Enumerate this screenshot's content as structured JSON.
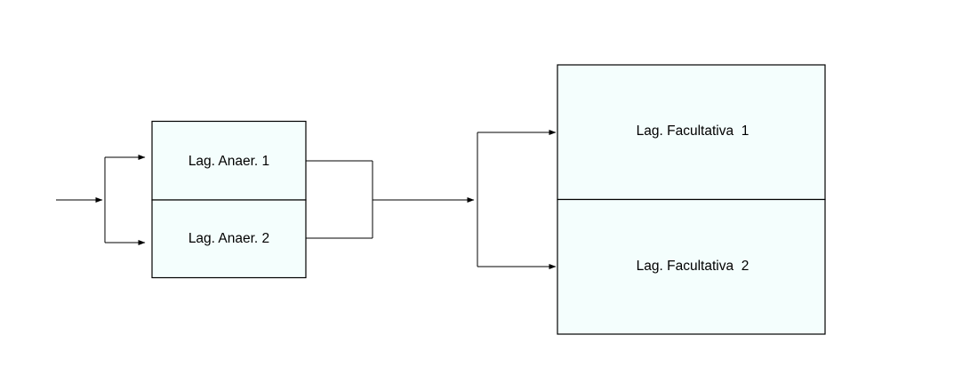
{
  "diagram": {
    "nodes": {
      "anaer_1": {
        "label": "Lag. Anaer. 1"
      },
      "anaer_2": {
        "label": "Lag. Anaer. 2"
      },
      "facultativa_1": {
        "label": "Lag. Facultativa  1"
      },
      "facultativa_2": {
        "label": "Lag. Facultativa  2"
      }
    },
    "edges": [
      {
        "from": "inflow",
        "to": "split-1"
      },
      {
        "from": "split-1",
        "to": "anaer_1"
      },
      {
        "from": "split-1",
        "to": "anaer_2"
      },
      {
        "from": "anaer_1",
        "to": "merge"
      },
      {
        "from": "anaer_2",
        "to": "merge"
      },
      {
        "from": "merge",
        "to": "split-2"
      },
      {
        "from": "split-2",
        "to": "facultativa_1"
      },
      {
        "from": "split-2",
        "to": "facultativa_2"
      }
    ],
    "colors": {
      "box_fill": "#f4fefd",
      "stroke": "#000000"
    }
  }
}
